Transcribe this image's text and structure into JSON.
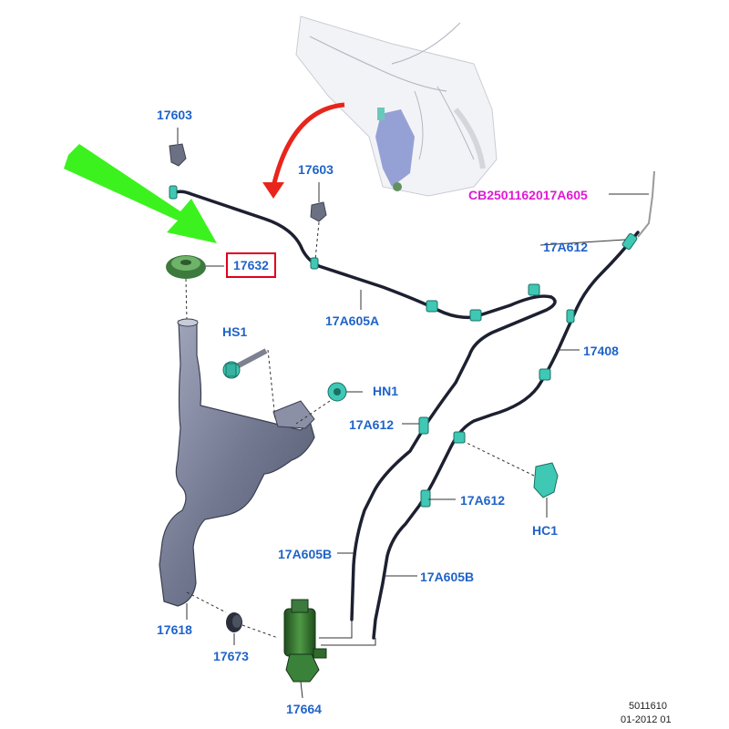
{
  "labels": {
    "p17603_a": "17603",
    "p17603_b": "17603",
    "p17632": "17632",
    "p17a605a": "17A605A",
    "hs1": "HS1",
    "hn1": "HN1",
    "cb": "CB2501162017A605",
    "p17a612_a": "17A612",
    "p17408": "17408",
    "p17a612_b": "17A612",
    "p17a612_c": "17A612",
    "hc1": "HC1",
    "p17a605b_a": "17A605B",
    "p17a605b_b": "17A605B",
    "p17618": "17618",
    "p17673": "17673",
    "p17664": "17664"
  },
  "footer": {
    "code": "5011610",
    "date": "01-2012 01"
  },
  "colors": {
    "label_blue": "#1f63c8",
    "highlight_magenta": "#e01ad3",
    "highlight_box_red": "#e0001b",
    "green_arrow": "#3bf21e",
    "red_arrow": "#e8251c",
    "reservoir_gray": "#7c8298",
    "connector_teal": "#3fc8b4",
    "pump_green": "#2f6b2a"
  }
}
